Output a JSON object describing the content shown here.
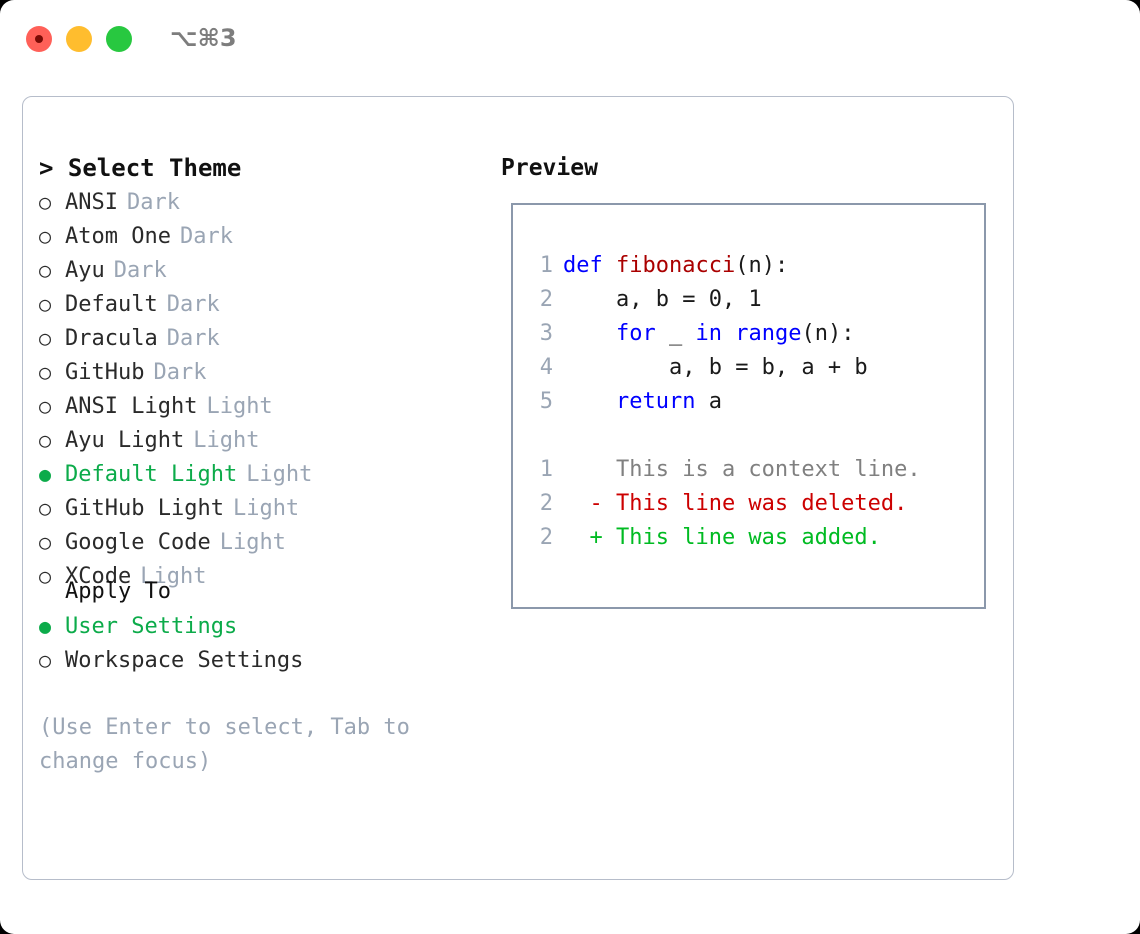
{
  "titlebar": {
    "shortcut": "⌥⌘3",
    "buttons": {
      "close": "close",
      "minimize": "minimize",
      "maximize": "maximize"
    }
  },
  "theme_picker": {
    "heading": "> Select Theme",
    "marker_unselected": "○",
    "marker_selected": "●",
    "items": [
      {
        "name": "ANSI",
        "category": "Dark",
        "selected": false
      },
      {
        "name": "Atom One",
        "category": "Dark",
        "selected": false
      },
      {
        "name": "Ayu",
        "category": "Dark",
        "selected": false
      },
      {
        "name": "Default",
        "category": "Dark",
        "selected": false
      },
      {
        "name": "Dracula",
        "category": "Dark",
        "selected": false
      },
      {
        "name": "GitHub",
        "category": "Dark",
        "selected": false
      },
      {
        "name": "ANSI Light",
        "category": "Light",
        "selected": false
      },
      {
        "name": "Ayu Light",
        "category": "Light",
        "selected": false
      },
      {
        "name": "Default Light",
        "category": "Light",
        "selected": true
      },
      {
        "name": "GitHub Light",
        "category": "Light",
        "selected": false
      },
      {
        "name": "Google Code",
        "category": "Light",
        "selected": false
      },
      {
        "name": "XCode",
        "category": "Light",
        "selected": false
      }
    ]
  },
  "apply_to": {
    "heading": "Apply To",
    "options": [
      {
        "label": "User Settings",
        "selected": true
      },
      {
        "label": "Workspace Settings",
        "selected": false
      }
    ]
  },
  "hint": "(Use Enter to select, Tab to change focus)",
  "preview": {
    "heading": "Preview",
    "code_lines": [
      {
        "no": "1",
        "indent": "",
        "tokens": [
          {
            "t": "def",
            "c": "kw"
          },
          {
            "t": " ",
            "c": "pl"
          },
          {
            "t": "fibonacci",
            "c": "fn"
          },
          {
            "t": "(n):",
            "c": "pl"
          }
        ]
      },
      {
        "no": "2",
        "indent": "    ",
        "tokens": [
          {
            "t": "a, b = 0, 1",
            "c": "pl"
          }
        ]
      },
      {
        "no": "3",
        "indent": "    ",
        "tokens": [
          {
            "t": "for",
            "c": "kw"
          },
          {
            "t": " _ ",
            "c": "pl"
          },
          {
            "t": "in",
            "c": "kw"
          },
          {
            "t": " ",
            "c": "pl"
          },
          {
            "t": "range",
            "c": "kw"
          },
          {
            "t": "(n):",
            "c": "pl"
          }
        ]
      },
      {
        "no": "4",
        "indent": "        ",
        "tokens": [
          {
            "t": "a, b = b, a + b",
            "c": "pl"
          }
        ]
      },
      {
        "no": "5",
        "indent": "    ",
        "tokens": [
          {
            "t": "return",
            "c": "kw"
          },
          {
            "t": " a",
            "c": "pl"
          }
        ]
      }
    ],
    "diff_lines": [
      {
        "no": "1",
        "sign": "  ",
        "text": "This is a context line.",
        "kind": "ctx"
      },
      {
        "no": "2",
        "sign": "- ",
        "text": "This line was deleted.",
        "kind": "del"
      },
      {
        "no": "2",
        "sign": "+ ",
        "text": "This line was added.",
        "kind": "add"
      }
    ]
  },
  "colors": {
    "accent_green": "#0cab4a",
    "muted_gray": "#9aa5b4",
    "keyword_blue": "#0000ff",
    "function_red": "#aa0000",
    "diff_delete": "#cc0000",
    "diff_add": "#00bb22",
    "border": "#b6bdca",
    "preview_border": "#8b98ab",
    "traffic_red": "#ff6058",
    "traffic_yellow": "#ffbd2e",
    "traffic_green": "#28c840"
  }
}
